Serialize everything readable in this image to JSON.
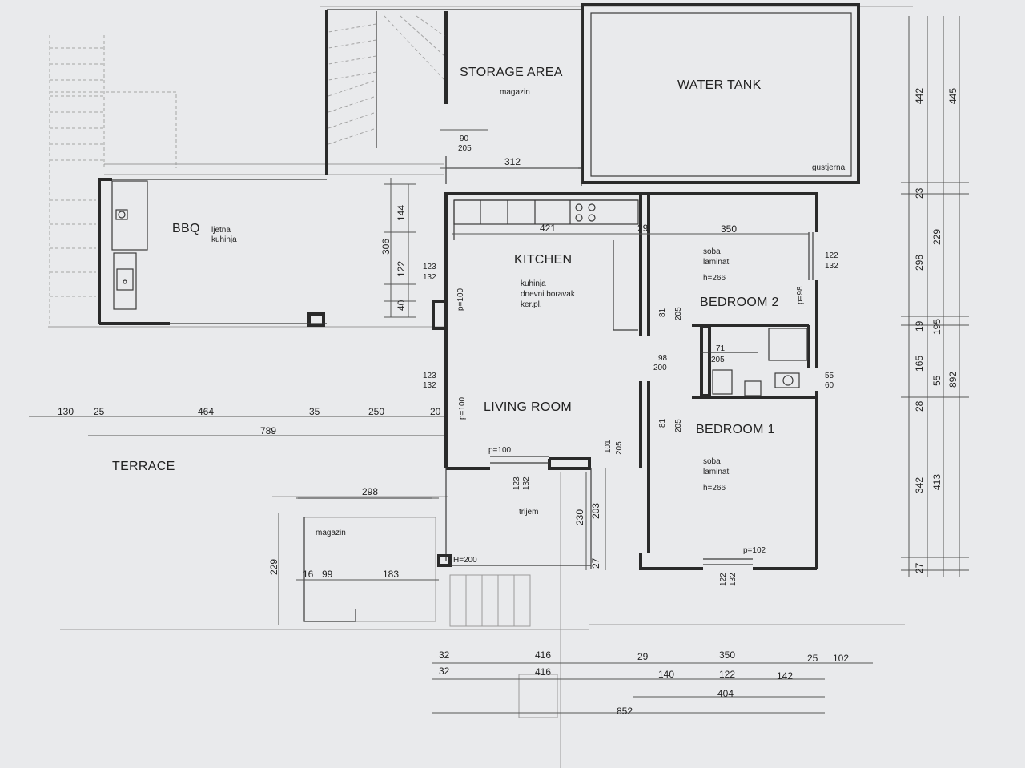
{
  "rooms": {
    "storage_area": "STORAGE AREA",
    "storage_sub": "magazin",
    "water_tank": "WATER TANK",
    "water_tank_sub": "gustjerna",
    "bbq": "BBQ",
    "bbq_sub_1": "ljetna",
    "bbq_sub_2": "kuhinja",
    "kitchen": "KITCHEN",
    "kitchen_sub_1": "kuhinja",
    "kitchen_sub_2": "dnevni boravak",
    "kitchen_sub_3": "ker.pl.",
    "living_room": "LIVING ROOM",
    "bedroom_2": "BEDROOM 2",
    "bedroom_2_sub_1": "soba",
    "bedroom_2_sub_2": "laminat",
    "bedroom_2_sub_3": "h=266",
    "bedroom_1": "BEDROOM 1",
    "bedroom_1_sub_1": "soba",
    "bedroom_1_sub_2": "laminat",
    "bedroom_1_sub_3": "h=266",
    "terrace": "TERRACE",
    "porch": "trijem",
    "small_storage": "magazin"
  },
  "dims": {
    "d90": "90",
    "d205a": "205",
    "d312": "312",
    "d421": "421",
    "d29a": "29",
    "d350a": "350",
    "d144": "144",
    "d306": "306",
    "d122a": "122",
    "d40": "40",
    "d123a": "123",
    "d132a": "132",
    "p100a": "p=100",
    "d123b": "123",
    "d132b": "132",
    "p100b": "p=100",
    "d81a": "81",
    "d205b": "205",
    "d98a": "98",
    "d200": "200",
    "d71": "71",
    "d205c": "205",
    "p98": "p=98",
    "d122b": "122",
    "d132c": "132",
    "d55a": "55",
    "d60": "60",
    "d81b": "81",
    "d205d": "205",
    "p100c": "p=100",
    "d101": "101",
    "d205e": "205",
    "d123c": "123",
    "d132d": "132",
    "d230": "230",
    "d203": "203",
    "d27a": "27",
    "h200": "H=200",
    "p102": "p=102",
    "d122c": "122",
    "d132e": "132",
    "d130": "130",
    "d25a": "25",
    "d464": "464",
    "d35": "35",
    "d250": "250",
    "d20": "20",
    "d789": "789",
    "d298a": "298",
    "d229a": "229",
    "d16": "16",
    "d99": "99",
    "d183": "183",
    "r442": "442",
    "r445": "445",
    "r23": "23",
    "r229": "229",
    "r298": "298",
    "r19": "19",
    "r195": "195",
    "r165": "165",
    "r55": "55",
    "r892": "892",
    "r28": "28",
    "r342": "342",
    "r413": "413",
    "r27": "27",
    "b32a": "32",
    "b416a": "416",
    "b29": "29",
    "b350": "350",
    "b25": "25",
    "b102": "102",
    "b32b": "32",
    "b416b": "416",
    "b140": "140",
    "b122": "122",
    "b142": "142",
    "b404": "404",
    "b852": "852"
  }
}
